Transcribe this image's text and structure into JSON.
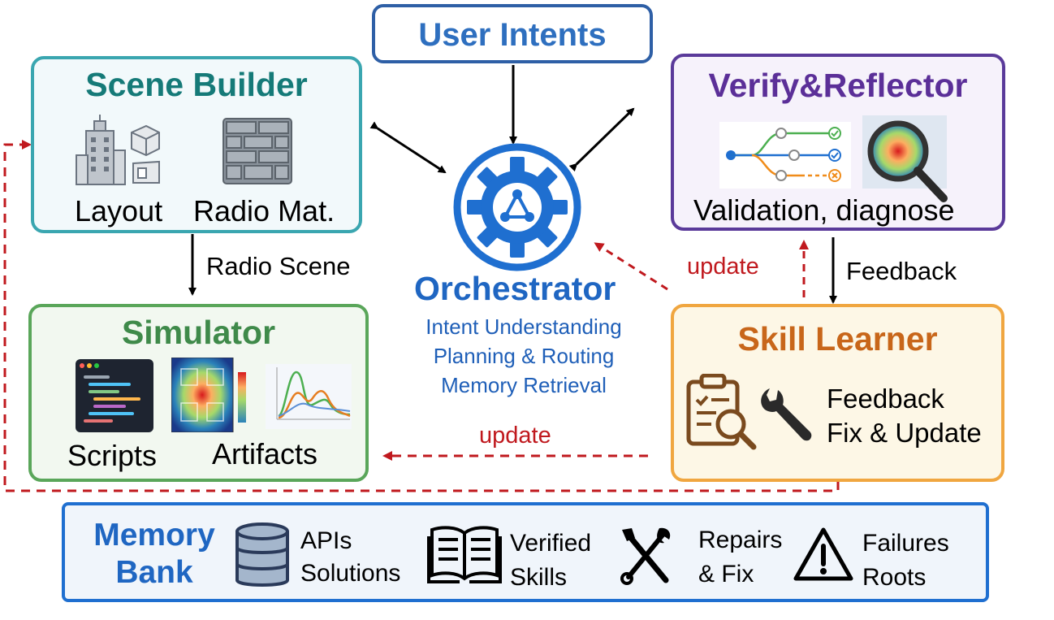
{
  "user_intents": {
    "title": "User Intents"
  },
  "scene_builder": {
    "title": "Scene Builder",
    "layout_label": "Layout",
    "radio_mat_label": "Radio Mat."
  },
  "simulator": {
    "title": "Simulator",
    "scripts_label": "Scripts",
    "artifacts_label": "Artifacts"
  },
  "verify": {
    "title": "Verify&Reflector",
    "subtitle": "Validation, diagnose"
  },
  "skill_learner": {
    "title": "Skill Learner",
    "line1": "Feedback",
    "line2": "Fix & Update"
  },
  "orchestrator": {
    "title": "Orchestrator",
    "line1": "Intent Understanding",
    "line2": "Planning & Routing",
    "line3": "Memory Retrieval"
  },
  "edges": {
    "radio_scene": "Radio Scene",
    "feedback": "Feedback",
    "update_top": "update",
    "update_bottom": "update"
  },
  "memory_bank": {
    "title_line1": "Memory",
    "title_line2": "Bank",
    "apis_line1": "APIs",
    "apis_line2": "Solutions",
    "verified_line1": "Verified",
    "verified_line2": "Skills",
    "repairs_line1": "Repairs",
    "repairs_line2": "& Fix",
    "failures_line1": "Failures",
    "failures_line2": "Roots"
  },
  "colors": {
    "user_intents": "#2e5fa6",
    "scene_builder": "#3aa6b0",
    "scene_title": "#157a78",
    "simulator": "#5aa65a",
    "sim_title": "#3f8a4a",
    "verify": "#5a3a9a",
    "skill": "#f0a640",
    "skill_title": "#c8661a",
    "orchestrator": "#1f6fd0",
    "memory": "#1f6fd0",
    "update": "#c0191e"
  }
}
